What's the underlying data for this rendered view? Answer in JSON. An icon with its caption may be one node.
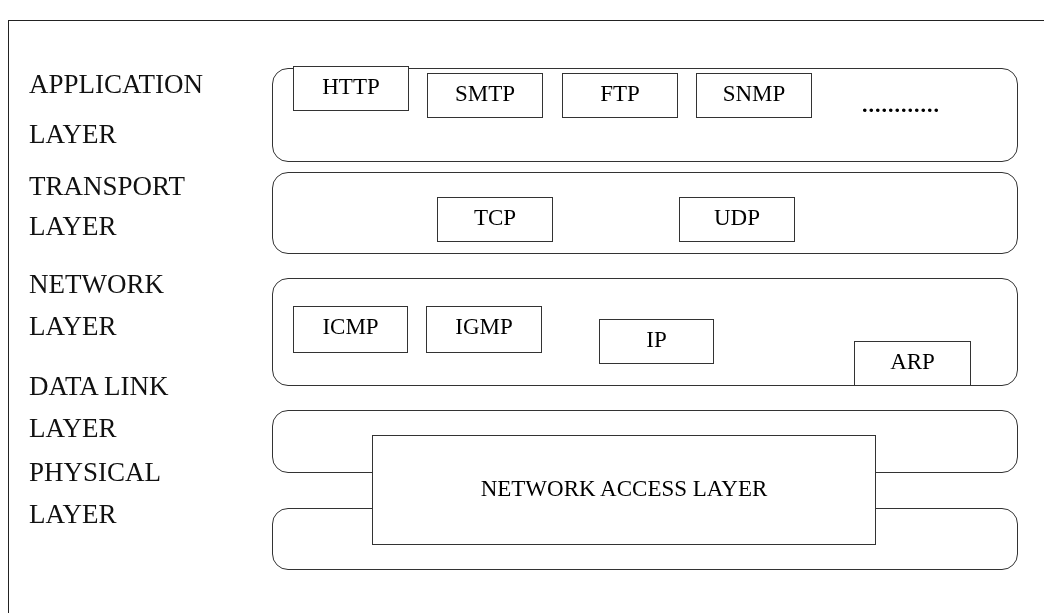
{
  "diagram": {
    "nodes": [
      {
        "text": [
          "APPLICATION LAYER"
        ]
      },
      {
        "text": [
          "HTTP"
        ],
        "in": 0
      },
      {
        "text": [
          "SMTP"
        ],
        "in": 0
      },
      {
        "text": [
          "FTP"
        ],
        "in": 0
      },
      {
        "text": [
          "SNMP"
        ],
        "in": 0
      },
      {
        "text": [
          "TRANSPORT LAYER"
        ]
      },
      {
        "text": [
          "TCP"
        ],
        "in": 5
      },
      {
        "text": [
          "UDP"
        ],
        "in": 5
      },
      {
        "text": [
          "NETWORK LAYER"
        ]
      },
      {
        "text": [
          "ICMP"
        ],
        "in": 8
      },
      {
        "text": [
          "IGMP"
        ],
        "in": 8
      },
      {
        "text": [
          "IP"
        ],
        "in": 8
      },
      {
        "text": [
          "ARP"
        ],
        "in": 8
      },
      {
        "text": [
          "DATA LINK LAYER"
        ]
      },
      {
        "text": [
          "PHYSICAL LAYER"
        ]
      },
      {
        "text": [
          "NETWORK ACCESS LAYER"
        ]
      }
    ],
    "edges": [],
    "labels": [
      "............"
    ]
  }
}
